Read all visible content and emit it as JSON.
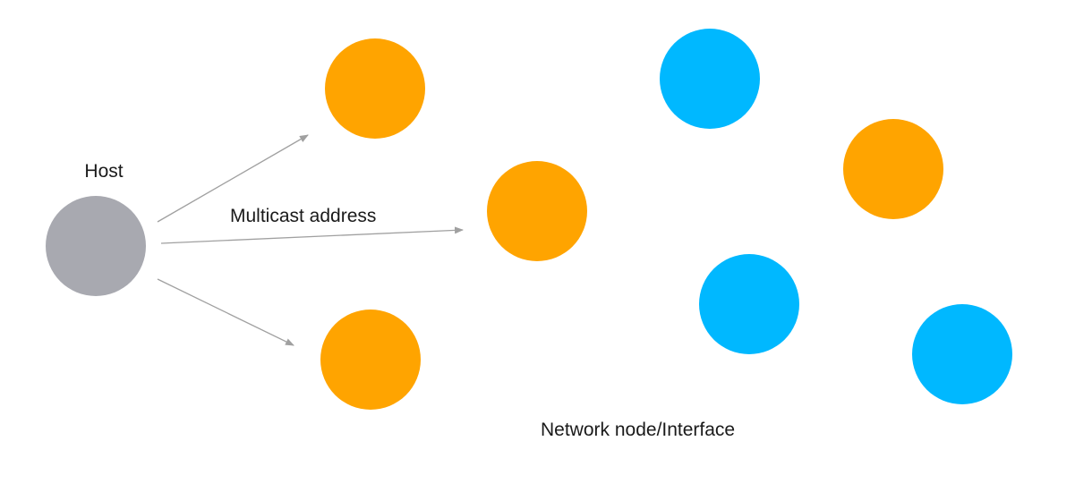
{
  "labels": {
    "host": "Host",
    "arrow": "Multicast address",
    "footer": "Network node/Interface"
  },
  "colors": {
    "host": "#a8a9b0",
    "member": "#ffa400",
    "non_member": "#00b8ff",
    "arrow": "#a0a0a0"
  },
  "nodes": {
    "host": "host",
    "multicast_members": [
      "member",
      "member",
      "member",
      "member"
    ],
    "other_nodes": [
      "non_member",
      "non_member",
      "non_member"
    ]
  },
  "edges": [
    {
      "from": "host",
      "to": "multicast_members.0"
    },
    {
      "from": "host",
      "to": "multicast_members.1",
      "label": "Multicast address"
    },
    {
      "from": "host",
      "to": "multicast_members.2"
    }
  ]
}
